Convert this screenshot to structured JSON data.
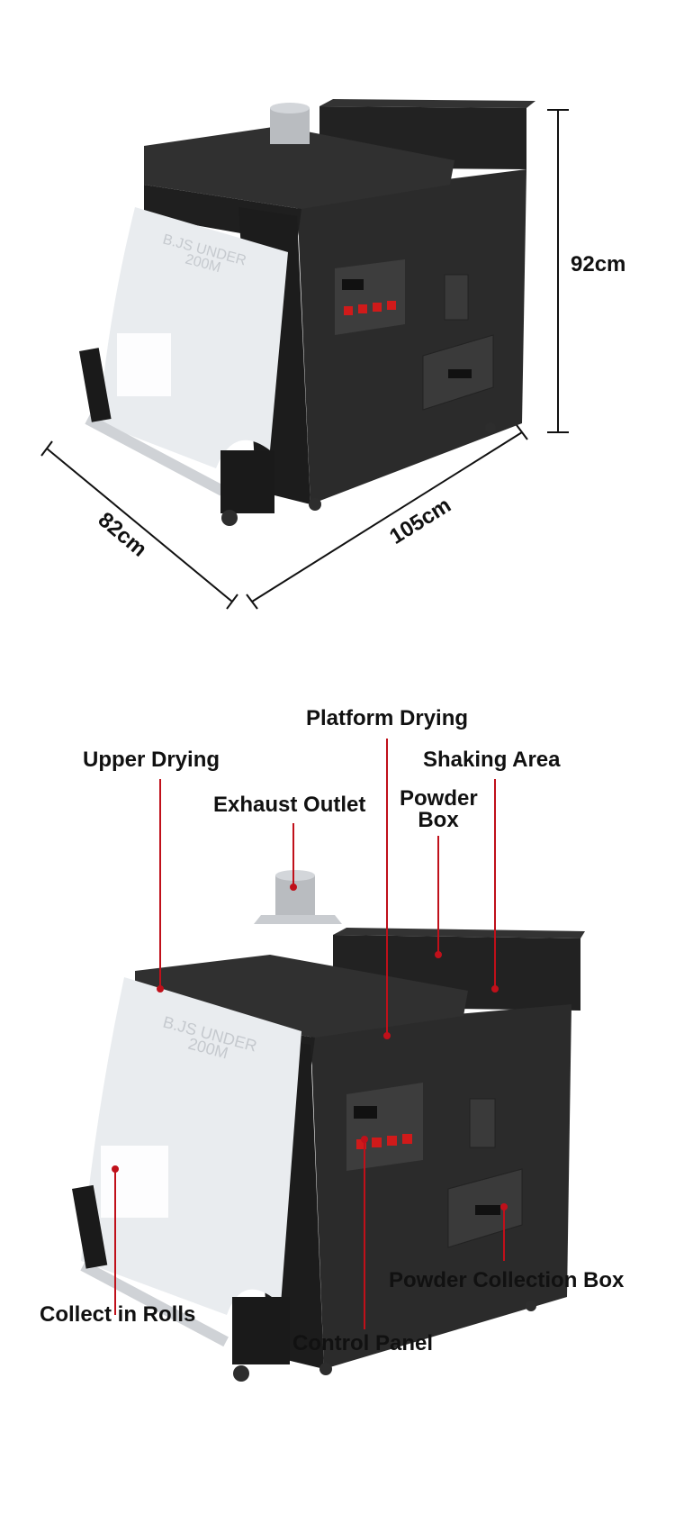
{
  "dimensions": {
    "height": "92cm",
    "depth": "82cm",
    "width": "105cm"
  },
  "callouts": {
    "platform_drying": "Platform Drying",
    "upper_drying": "Upper Drying",
    "shaking_area": "Shaking Area",
    "exhaust_outlet": "Exhaust Outlet",
    "powder_box_line1": "Powder",
    "powder_box_line2": "Box",
    "powder_collection_box": "Powder Collection Box",
    "collect_in_rolls": "Collect in Rolls",
    "control_panel": "Control Panel"
  },
  "film_print": {
    "line1": "B.JS UNDER",
    "line2": "200M"
  },
  "colors": {
    "machine_body": "#2b2b2b",
    "machine_dark": "#1c1c1c",
    "film": "#e9ecef",
    "callout_line": "#c0101a",
    "switch_red": "#d01a1a",
    "chimney": "#b9bcc0"
  }
}
